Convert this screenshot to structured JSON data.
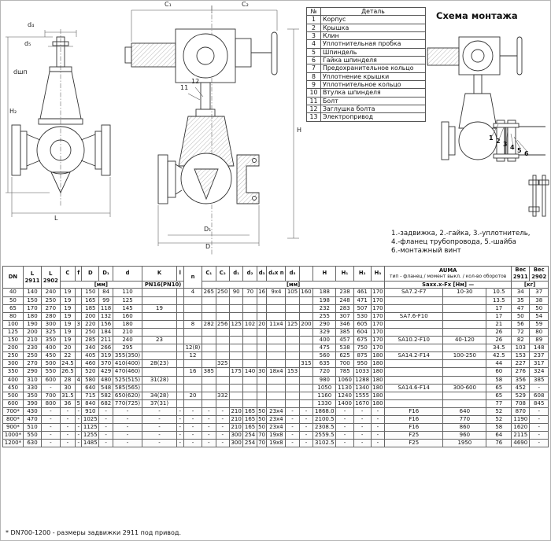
{
  "drawing_left": {
    "labels": {
      "d4": "d₄",
      "d5": "d₅",
      "dsp": "dшп",
      "h2": "H₂",
      "L": "L"
    }
  },
  "drawing_center": {
    "labels": {
      "c1": "C₁",
      "c2": "C₂",
      "H": "H",
      "D1": "D₁",
      "D": "D",
      "n11": "11",
      "n12": "12"
    }
  },
  "scheme": {
    "title": "Схема монтажа",
    "callouts": [
      "1",
      "2",
      "3",
      "4",
      "5",
      "6"
    ],
    "legend": [
      "1.-задвижка, 2.-гайка, 3.-уплотнитель,",
      "4.-фланец трубопровода, 5.-шайба",
      "6.-монтажный винт"
    ]
  },
  "parts_table": {
    "headers": [
      "№",
      "Деталь"
    ],
    "rows": [
      [
        "1",
        "Корпус"
      ],
      [
        "2",
        "Крышка"
      ],
      [
        "3",
        "Клин"
      ],
      [
        "4",
        "Уплотнительная пробка"
      ],
      [
        "5",
        "Шпиндель"
      ],
      [
        "6",
        "Гайка шпинделя"
      ],
      [
        "7",
        "Предохранительное кольцо"
      ],
      [
        "8",
        "Уплотнение крышки"
      ],
      [
        "9",
        "Уплотнительное кольцо"
      ],
      [
        "10",
        "Втулка шпинделя"
      ],
      [
        "11",
        "Болт"
      ],
      [
        "12",
        "Заглушка болта"
      ],
      [
        "13",
        "Электропривод"
      ]
    ]
  },
  "dims_table": {
    "hdr": {
      "dn": "DN",
      "L": "L",
      "y2911": "2911",
      "y2902": "2902",
      "c": "C",
      "f": "f",
      "D": "D",
      "D1": "D₁",
      "d": "d",
      "K": "K",
      "l": "l",
      "n": "n",
      "c1": "C₁",
      "c2": "C₂",
      "d1": "d₁",
      "d2": "d₂",
      "d3": "d₃",
      "d4n": "d₄x n",
      "d5": "d₅",
      "x": "",
      "H": "H",
      "H1": "H₁",
      "H2": "H₂",
      "H3": "H₃",
      "auma": "AUMA",
      "auma_sub": "тип - фланец / момент выкл. / кол-во оборотов",
      "W": "Вес",
      "mm": "[мм]",
      "pn": "PN16(PN10)",
      "sa": "Saxx.x-Fx   [Нм]   —",
      "kg": "[кг]"
    },
    "rows": [
      [
        "40",
        "140",
        "240",
        "19",
        "",
        "150",
        "84",
        "110",
        "",
        "",
        "4",
        "265",
        "250",
        "90",
        "70",
        "16",
        "9x4",
        "105",
        "160",
        "188",
        "238",
        "461",
        "170",
        "SA7.2-F7",
        "10-30",
        "10.5",
        "34",
        "37"
      ],
      [
        "50",
        "150",
        "250",
        "19",
        "",
        "165",
        "99",
        "125",
        "",
        "",
        "",
        "",
        "",
        "",
        "",
        "",
        "",
        "",
        "",
        "198",
        "248",
        "471",
        "170",
        "",
        "",
        "13.5",
        "35",
        "38"
      ],
      [
        "65",
        "170",
        "270",
        "19",
        "",
        "185",
        "118",
        "145",
        "19",
        "",
        "",
        "",
        "",
        "",
        "",
        "",
        "",
        "",
        "",
        "232",
        "283",
        "507",
        "170",
        "",
        "",
        "17",
        "47",
        "50"
      ],
      [
        "80",
        "180",
        "280",
        "19",
        "",
        "200",
        "132",
        "160",
        "",
        "",
        "",
        "",
        "",
        "",
        "",
        "",
        "",
        "",
        "",
        "255",
        "307",
        "530",
        "170",
        "SA7.6-F10",
        "",
        "17",
        "50",
        "54"
      ],
      [
        "100",
        "190",
        "300",
        "19",
        "3",
        "220",
        "156",
        "180",
        "",
        "",
        "8",
        "282",
        "256",
        "125",
        "102",
        "20",
        "11x4",
        "125",
        "200",
        "290",
        "346",
        "605",
        "170",
        "",
        "",
        "21",
        "56",
        "59"
      ],
      [
        "125",
        "200",
        "325",
        "19",
        "",
        "250",
        "184",
        "210",
        "",
        "",
        "",
        "",
        "",
        "",
        "",
        "",
        "",
        "",
        "",
        "329",
        "385",
        "604",
        "170",
        "",
        "",
        "26",
        "72",
        "80"
      ],
      [
        "150",
        "210",
        "350",
        "19",
        "",
        "285",
        "211",
        "240",
        "23",
        "",
        "",
        "",
        "",
        "",
        "",
        "",
        "",
        "",
        "",
        "400",
        "457",
        "675",
        "170",
        "SA10.2-F10",
        "40-120",
        "26",
        "82",
        "89"
      ],
      [
        "200",
        "230",
        "400",
        "20",
        "",
        "340",
        "266",
        "295",
        "",
        "",
        "12(8)",
        "",
        "",
        "",
        "",
        "",
        "",
        "",
        "",
        "475",
        "538",
        "750",
        "170",
        "",
        "",
        "34.5",
        "103",
        "148"
      ],
      [
        "250",
        "250",
        "450",
        "22",
        "",
        "405",
        "319",
        "355(350)",
        "",
        "",
        "12",
        "",
        "",
        "",
        "",
        "",
        "",
        "",
        "",
        "560",
        "625",
        "875",
        "180",
        "SA14.2-F14",
        "100-250",
        "42.5",
        "153",
        "237"
      ],
      [
        "300",
        "270",
        "500",
        "24.5",
        "",
        "460",
        "370",
        "410(400)",
        "28(23)",
        "",
        "",
        "",
        "325",
        "",
        "",
        "",
        "",
        "",
        "315",
        "635",
        "700",
        "950",
        "180",
        "",
        "",
        "44",
        "227",
        "317"
      ],
      [
        "350",
        "290",
        "550",
        "26.5",
        "",
        "520",
        "429",
        "470(460)",
        "",
        "",
        "16",
        "385",
        "",
        "175",
        "140",
        "30",
        "18x4",
        "153",
        "",
        "720",
        "785",
        "1033",
        "180",
        "",
        "",
        "60",
        "276",
        "324"
      ],
      [
        "400",
        "310",
        "600",
        "28",
        "4",
        "580",
        "480",
        "525(515)",
        "31(28)",
        "",
        "",
        "",
        "",
        "",
        "",
        "",
        "",
        "",
        "",
        "980",
        "1060",
        "1288",
        "180",
        "",
        "",
        "58",
        "356",
        "385"
      ],
      [
        "450",
        "330",
        "-",
        "30",
        "",
        "640",
        "548",
        "585(565)",
        "",
        "",
        "",
        "",
        "",
        "",
        "",
        "",
        "",
        "",
        "",
        "1050",
        "1130",
        "1340",
        "180",
        "SA14.6-F14",
        "300-600",
        "65",
        "452",
        "-"
      ],
      [
        "500",
        "350",
        "700",
        "31.5",
        "",
        "715",
        "582",
        "650(620)",
        "34(28)",
        "",
        "20",
        "",
        "332",
        "",
        "",
        "",
        "",
        "",
        "",
        "1160",
        "1240",
        "1555",
        "180",
        "",
        "",
        "65",
        "529",
        "608"
      ],
      [
        "600",
        "390",
        "800",
        "36",
        "5",
        "840",
        "682",
        "770(725)",
        "37(31)",
        "",
        "",
        "",
        "",
        "",
        "",
        "",
        "",
        "",
        "",
        "1330",
        "1400",
        "1670",
        "180",
        "",
        "",
        "77",
        "708",
        "845"
      ],
      [
        "700*",
        "430",
        "-",
        "-",
        "-",
        "910",
        "-",
        "-",
        "-",
        "-",
        "-",
        "-",
        "-",
        "210",
        "165",
        "50",
        "23x4",
        "-",
        "-",
        "1868.0",
        "-",
        "-",
        "-",
        "F16",
        "640",
        "52",
        "870",
        "-"
      ],
      [
        "800*",
        "470",
        "-",
        "-",
        "-",
        "1025",
        "-",
        "-",
        "-",
        "-",
        "-",
        "-",
        "-",
        "210",
        "165",
        "50",
        "23x4",
        "-",
        "-",
        "2100.5",
        "-",
        "-",
        "-",
        "F16",
        "770",
        "52",
        "1190",
        "-"
      ],
      [
        "900*",
        "510",
        "-",
        "-",
        "-",
        "1125",
        "-",
        "-",
        "-",
        "-",
        "-",
        "-",
        "-",
        "210",
        "165",
        "50",
        "23x4",
        "-",
        "-",
        "2308.5",
        "-",
        "-",
        "-",
        "F16",
        "860",
        "58",
        "1620",
        "-"
      ],
      [
        "1000*",
        "550",
        "-",
        "-",
        "-",
        "1255",
        "-",
        "-",
        "-",
        "-",
        "-",
        "-",
        "-",
        "300",
        "254",
        "70",
        "19x8",
        "-",
        "-",
        "2559.5",
        "-",
        "-",
        "-",
        "F25",
        "960",
        "64",
        "2115",
        "-"
      ],
      [
        "1200*",
        "630",
        "-",
        "-",
        "-",
        "1485",
        "-",
        "-",
        "-",
        "-",
        "-",
        "-",
        "-",
        "300",
        "254",
        "70",
        "19x8",
        "-",
        "-",
        "3102.5",
        "-",
        "-",
        "-",
        "F25",
        "1950",
        "76",
        "4690",
        "-"
      ]
    ]
  },
  "footnote": "* DN700-1200 - размеры задвижки 2911 под привод."
}
